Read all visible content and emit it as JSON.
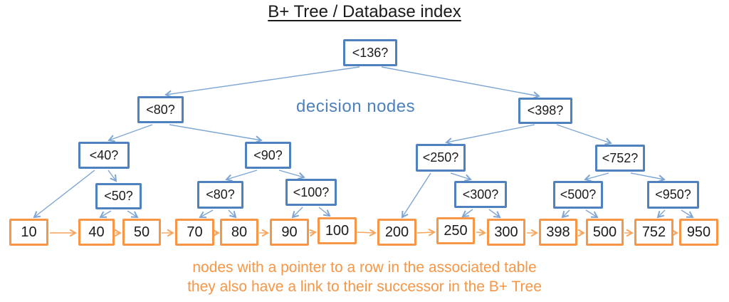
{
  "title": "B+ Tree / Database index",
  "captions": {
    "decision_nodes": "decision nodes",
    "leaf_note_line1": "nodes with a pointer to a row in the associated table",
    "leaf_note_line2": "they also have a link to their successor in the B+ Tree"
  },
  "colors": {
    "decision_border": "#4e81bd",
    "decision_caption": "#4e81bd",
    "tree_edge": "#7ea6d4",
    "leaf_border": "#f79646",
    "leaf_chain_arrow": "#f9a45b",
    "leaf_note_text": "#f79646",
    "node_text": "#1b1b1b",
    "title_text": "#1a1a1a"
  },
  "nodes": {
    "decisions": [
      {
        "id": "136",
        "label": "<136?"
      },
      {
        "id": "80",
        "label": "<80?"
      },
      {
        "id": "398",
        "label": "<398?"
      },
      {
        "id": "40",
        "label": "<40?"
      },
      {
        "id": "90",
        "label": "<90?"
      },
      {
        "id": "250",
        "label": "<250?"
      },
      {
        "id": "752",
        "label": "<752?"
      },
      {
        "id": "50",
        "label": "<50?"
      },
      {
        "id": "80b",
        "label": "<80?"
      },
      {
        "id": "100",
        "label": "<100?"
      },
      {
        "id": "300",
        "label": "<300?"
      },
      {
        "id": "500",
        "label": "<500?"
      },
      {
        "id": "950",
        "label": "<950?"
      }
    ],
    "leaves": [
      {
        "value": "10"
      },
      {
        "value": "40"
      },
      {
        "value": "50"
      },
      {
        "value": "70"
      },
      {
        "value": "80"
      },
      {
        "value": "90"
      },
      {
        "value": "100"
      },
      {
        "value": "200"
      },
      {
        "value": "250"
      },
      {
        "value": "300"
      },
      {
        "value": "398"
      },
      {
        "value": "500"
      },
      {
        "value": "752"
      },
      {
        "value": "950"
      }
    ]
  },
  "structure": {
    "hierarchy": {
      "136": [
        "80",
        "398"
      ],
      "80": [
        "40",
        "90"
      ],
      "398": [
        "250",
        "752"
      ],
      "40": [
        "leaf:10",
        "50"
      ],
      "90": [
        "80b",
        "100"
      ],
      "250": [
        "leaf:200",
        "300"
      ],
      "752": [
        "500",
        "950"
      ],
      "50": [
        "leaf:40",
        "leaf:50"
      ],
      "80b": [
        "leaf:70",
        "leaf:80"
      ],
      "100": [
        "leaf:90",
        "leaf:100"
      ],
      "300": [
        "leaf:250",
        "leaf:300"
      ],
      "500": [
        "leaf:398",
        "leaf:500"
      ],
      "950": [
        "leaf:752",
        "leaf:950"
      ]
    },
    "leaf_chain": [
      "10",
      "40",
      "50",
      "70",
      "80",
      "90",
      "100",
      "200",
      "250",
      "300",
      "398",
      "500",
      "752",
      "950"
    ]
  }
}
